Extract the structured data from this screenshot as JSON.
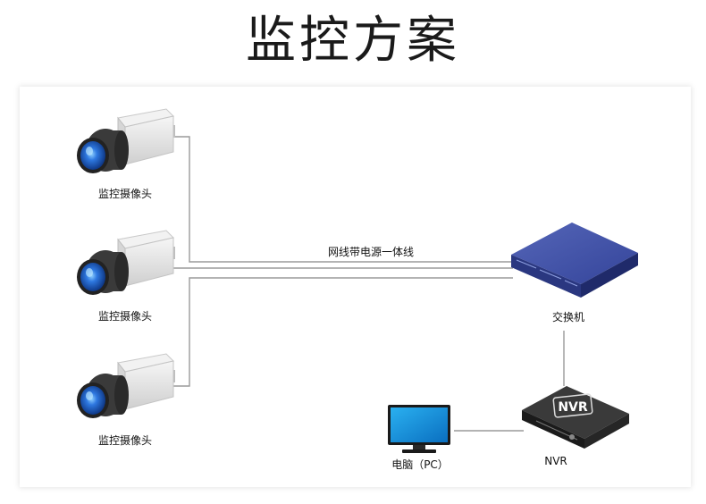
{
  "title": "监控方案",
  "cameras": [
    {
      "label": "监控摄像头"
    },
    {
      "label": "监控摄像头"
    },
    {
      "label": "监控摄像头"
    }
  ],
  "cable_label": "网线带电源一体线",
  "switch": {
    "label": "交换机"
  },
  "nvr": {
    "label": "NVR",
    "badge": "NVR"
  },
  "pc": {
    "label": "电脑（PC）"
  },
  "colors": {
    "switch_top": "#3d4ea3",
    "switch_front": "#2a3780",
    "lens": "#2e6fd6",
    "camera_body": "#e9e9e9",
    "nvr_body": "#2b2b2b",
    "monitor_screen": "#0f8fd8",
    "line": "#9a9a9a"
  }
}
